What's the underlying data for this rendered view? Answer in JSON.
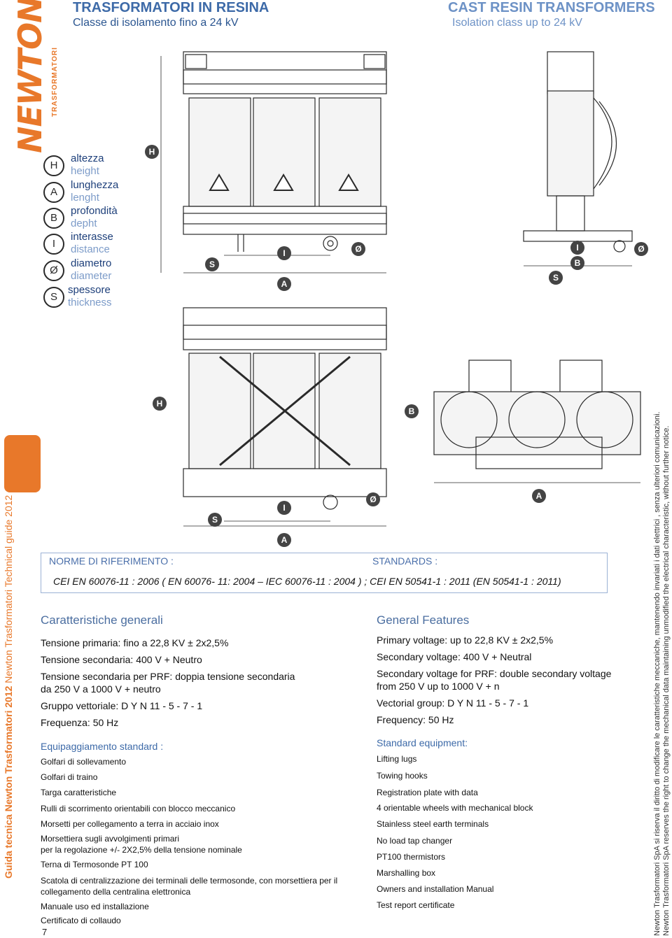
{
  "logo": {
    "brand": "NEWTON",
    "sub": "TRASFORMATORI"
  },
  "header": {
    "title_it": "TRASFORMATORI IN RESINA",
    "subtitle_it": "Classe di isolamento fino a 24 kV",
    "title_en": "CAST RESIN TRANSFORMERS",
    "subtitle_en": "Isolation class up to 24 kV"
  },
  "legend": [
    {
      "symbol": "H",
      "it": "altezza",
      "en": "height"
    },
    {
      "symbol": "A",
      "it": "lunghezza",
      "en": "lenght"
    },
    {
      "symbol": "B",
      "it": "profondità",
      "en": "depht"
    },
    {
      "symbol": "I",
      "it": "interasse",
      "en": "distance"
    },
    {
      "symbol": "Ø",
      "it": "diametro",
      "en": "diameter"
    },
    {
      "symbol": "S",
      "it": "spessore",
      "en": "thickness"
    }
  ],
  "side": {
    "label_it": "Guida tecnica Newton Trasformatori 2012",
    "label_en": "Newton Trasformatori Technical guide 2012"
  },
  "diagram_labels": {
    "H": "H",
    "A": "A",
    "B": "B",
    "I": "I",
    "S": "S",
    "phi": "Ø"
  },
  "standards": {
    "title_it": "NORME DI RIFERIMENTO  :",
    "title_en": "STANDARDS :",
    "text": "CEI EN 60076-11 : 2006 ( EN 60076- 11: 2004 – IEC 60076-11 : 2004 ) ; CEI EN 50541-1 : 2011 (EN 50541-1 : 2011)"
  },
  "features_it": {
    "title": "Caratteristiche generali",
    "items": [
      "Tensione primaria: fino a 22,8 KV ± 2x2,5%",
      "Tensione secondaria: 400 V + Neutro",
      "Tensione secondaria per PRF: doppia tensione secondaria",
      "da 250 V a 1000 V + neutro",
      "Gruppo vettoriale: D Y N 11 - 5 - 7 - 1",
      "Frequenza: 50 Hz"
    ],
    "equip_title": "Equipaggiamento standard :",
    "equip": [
      "Golfari di sollevamento",
      "Golfari di traino",
      "Targa caratteristiche",
      "Rulli di scorrimento orientabili con blocco meccanico",
      "Morsetti per collegamento a terra in acciaio inox",
      "Morsettiera sugli avvolgimenti primari",
      "per la regolazione +/- 2X2,5% della tensione nominale",
      "Terna di Termosonde PT 100",
      "Scatola di centralizzazione dei terminali delle termosonde, con morsettiera per il",
      "collegamento della centralina elettronica",
      "Manuale uso ed installazione",
      "Certificato di collaudo"
    ]
  },
  "features_en": {
    "title": "General Features",
    "items": [
      "Primary voltage: up to 22,8 KV ± 2x2,5%",
      "Secondary voltage: 400 V + Neutral",
      "Secondary voltage for PRF: double secondary voltage",
      "from 250 V up to 1000 V + n",
      "Vectorial group: D Y N 11 - 5 - 7 - 1",
      "Frequency: 50 Hz"
    ],
    "equip_title": "Standard equipment:",
    "equip": [
      "Lifting lugs",
      "Towing hooks",
      "Registration plate with data",
      " 4 orientable wheels with mechanical block",
      "Stainless steel earth terminals",
      "No load tap changer",
      "PT100 thermistors",
      "Marshalling box",
      "Owners and installation Manual",
      "Test report certificate"
    ]
  },
  "notes": {
    "it": "Newton Trasformatori SpA si riserva il diritto di modificare le caratteristiche meccaniche, mantenendo invariati i dati elettrici , senza ulteriori comunicazioni.",
    "en": "Newton Trasformatori SpA reserves the right to change the mechanical data maintaining unmodified the electrical characteristic, without further notice."
  },
  "page_number": "7",
  "colors": {
    "accent": "#e8782a",
    "blue": "#3d6aa8",
    "light_blue": "#7d9cc9"
  }
}
